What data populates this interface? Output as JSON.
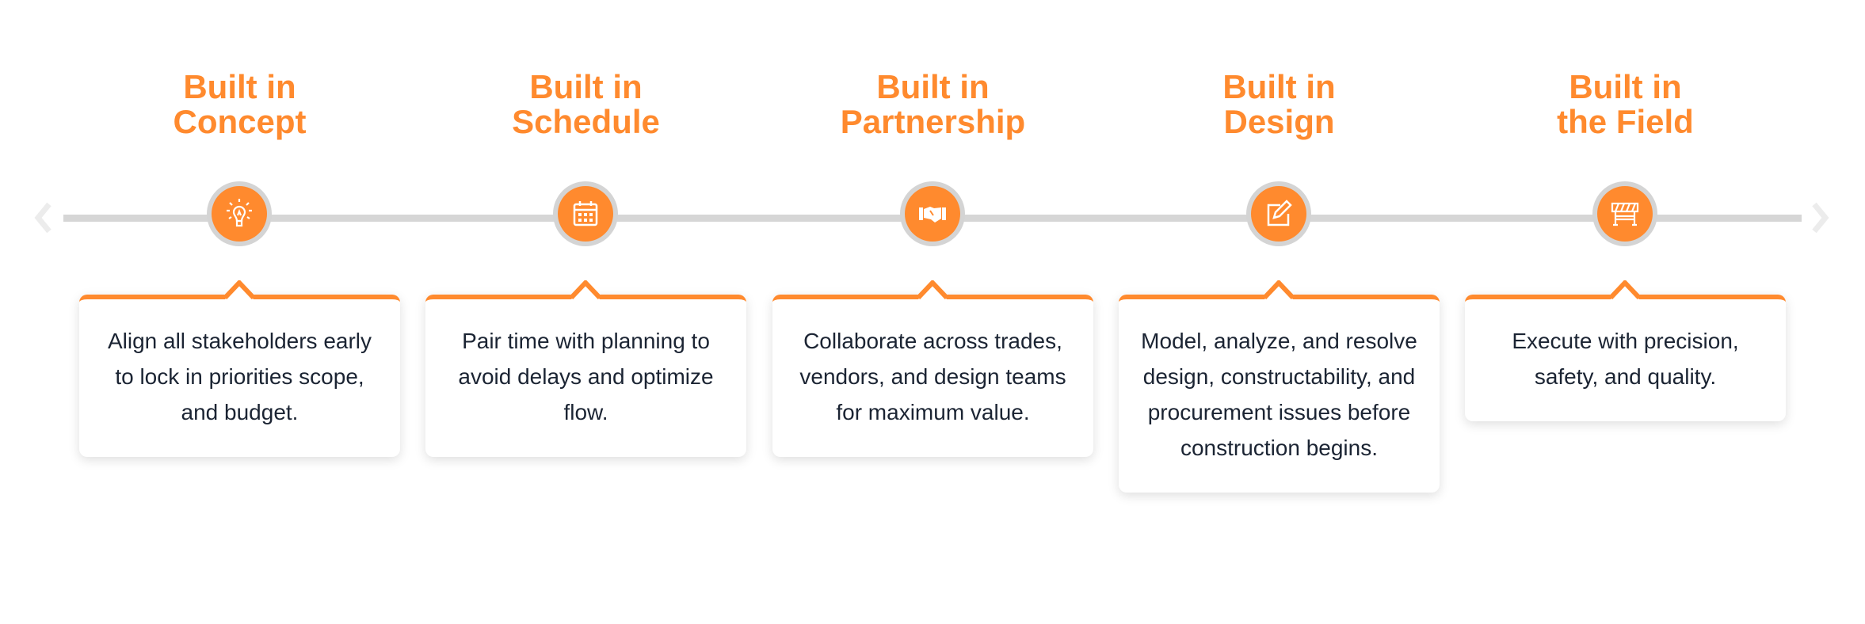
{
  "accent_color": "#ff8a2e",
  "navigation": {
    "prev_icon": "chevron-left-icon",
    "next_icon": "chevron-right-icon"
  },
  "stages": [
    {
      "title_line1": "Built in",
      "title_line2": "Concept",
      "icon": "lightbulb-icon",
      "description": "Align all stakeholders early to lock in priorities scope, and budget."
    },
    {
      "title_line1": "Built in",
      "title_line2": "Schedule",
      "icon": "calendar-icon",
      "description": "Pair time with planning to avoid delays and optimize flow."
    },
    {
      "title_line1": "Built in",
      "title_line2": "Partnership",
      "icon": "handshake-icon",
      "description": "Collaborate across trades, vendors, and design teams for maximum value."
    },
    {
      "title_line1": "Built in",
      "title_line2": "Design",
      "icon": "edit-icon",
      "description": "Model, analyze, and resolve design, constructability, and procurement issues before construction begins."
    },
    {
      "title_line1": "Built in",
      "title_line2": "the Field",
      "icon": "barricade-icon",
      "description": "Execute with precision, safety, and quality."
    }
  ]
}
